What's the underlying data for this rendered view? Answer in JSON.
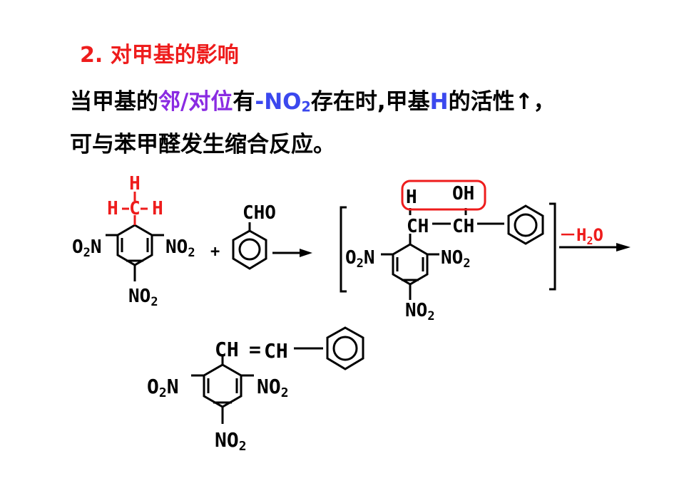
{
  "heading": "2. 对甲基的影响",
  "line1": {
    "a": "当甲基的",
    "b": "邻/对位",
    "c": "有",
    "d": "-NO",
    "d_sub": "2",
    "e": "存在时,甲基",
    "f": "H",
    "g": "的活性↑，"
  },
  "line2": "可与苯甲醛发生缩合反应。",
  "scheme": {
    "h": "H",
    "c": "C",
    "o2n": "O",
    "no2": "NO",
    "sub2": "2",
    "cho": "CHO",
    "plus": "+",
    "oh": "OH",
    "ch": "CH",
    "eq": "=",
    "minus": "－",
    "h2o_h": "H",
    "h2o_o": "O"
  },
  "colors": {
    "red": "#ee1c1c",
    "purple": "#8a2be2",
    "blue": "#3b48ee",
    "black": "#000000"
  }
}
